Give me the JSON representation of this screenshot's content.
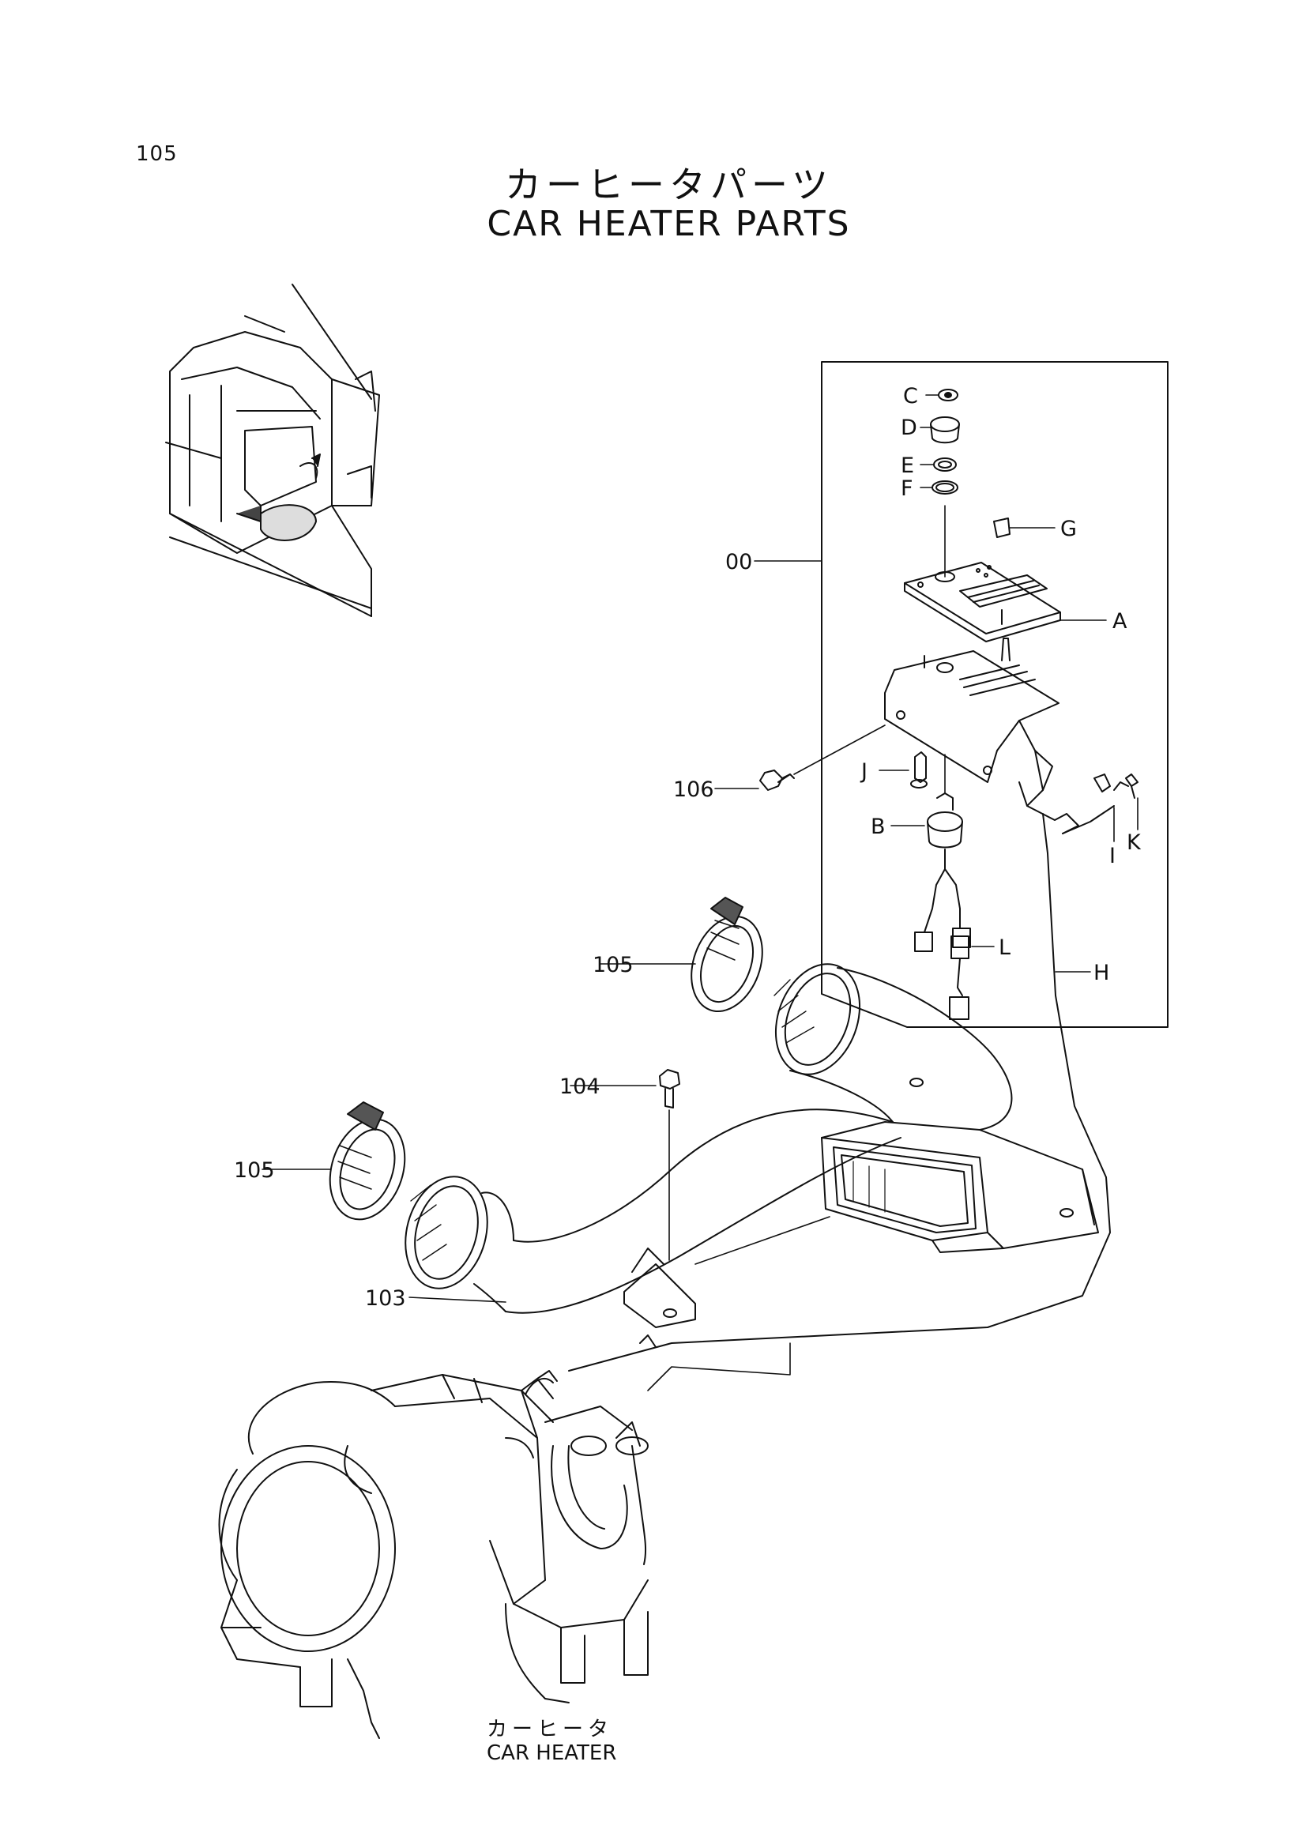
{
  "page_number": "105",
  "title": {
    "japanese": "カーヒータパーツ",
    "english": "CAR HEATER PARTS"
  },
  "callouts": {
    "c_00": "00",
    "c_A": "A",
    "c_B": "B",
    "c_C": "C",
    "c_D": "D",
    "c_E": "E",
    "c_F": "F",
    "c_G": "G",
    "c_H": "H",
    "c_I": "I",
    "c_J": "J",
    "c_K": "K",
    "c_L": "L",
    "c_103": "103",
    "c_104": "104",
    "c_105_upper": "105",
    "c_105_lower": "105",
    "c_106": "106"
  },
  "heater_caption": {
    "japanese": "カーヒータ",
    "english": "CAR HEATER"
  }
}
